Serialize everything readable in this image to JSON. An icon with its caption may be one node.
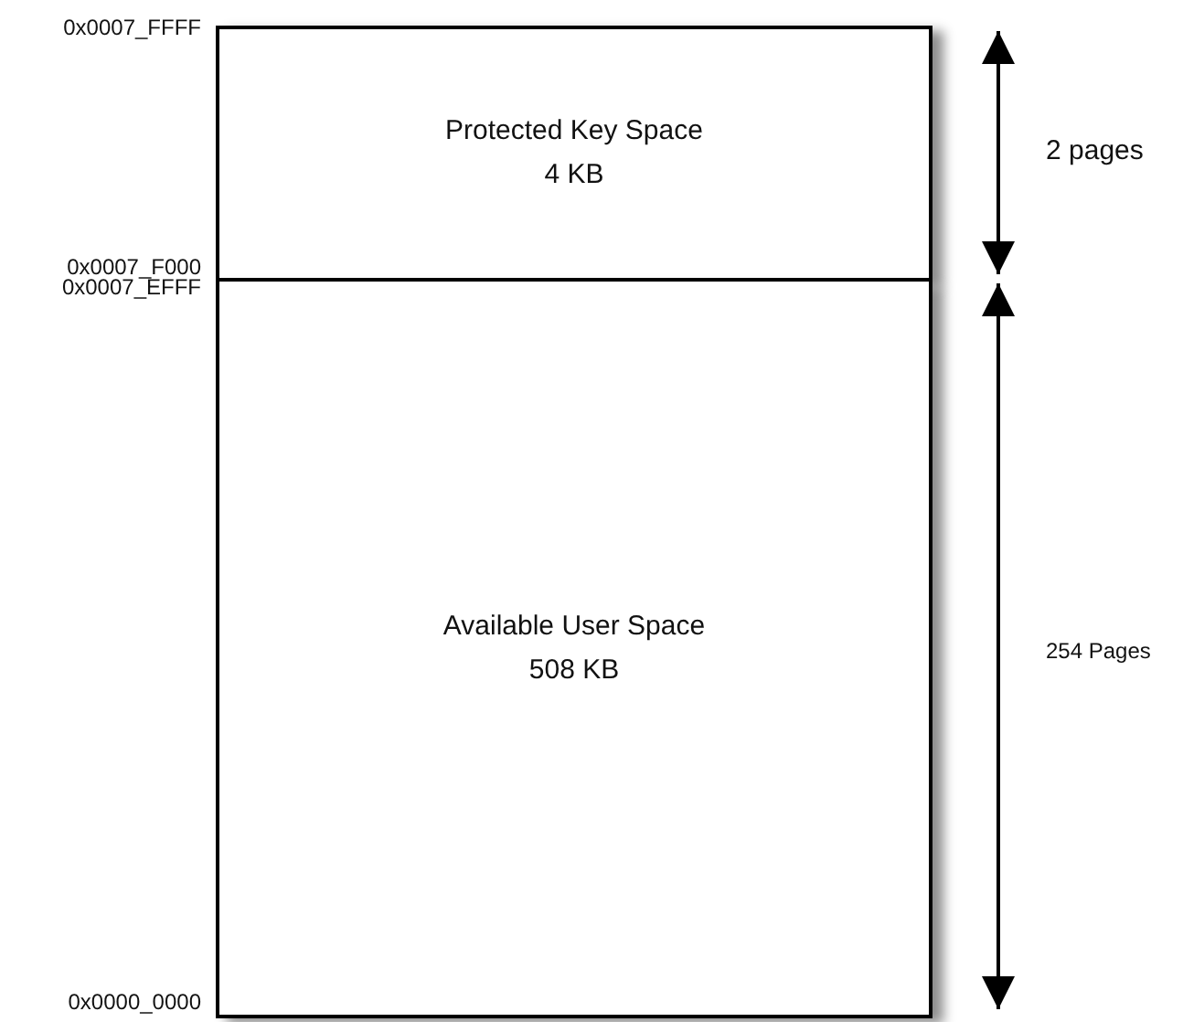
{
  "diagram": {
    "nodes": [
      {
        "text": [
          "Protected Key Space",
          "4 KB"
        ]
      },
      {
        "text": [
          "Available User Space",
          "508 KB"
        ]
      }
    ],
    "labels": [
      "0x0007_FFFF",
      "2 pages",
      "0x0007_F000",
      "0x0007_EFFF",
      "254 Pages",
      "0x0000_0000"
    ]
  }
}
